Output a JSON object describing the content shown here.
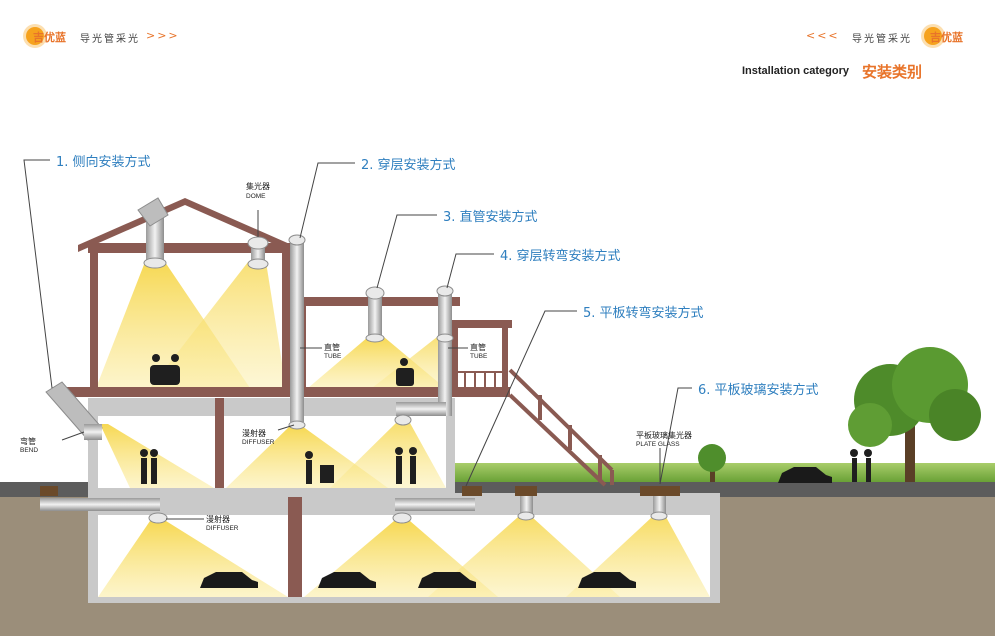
{
  "header": {
    "brand_left": "吉优蓝",
    "slogan_left": "导光管采光",
    "arrows_left": ">>>",
    "arrows_right": "<<<",
    "slogan_right": "导光管采光",
    "brand_right": "吉优蓝",
    "category_en": "Installation category",
    "category_zh": "安装类别",
    "brand_color": "#e8742a"
  },
  "methods": [
    {
      "label": "1. 侧向安装方式"
    },
    {
      "label": "2. 穿层安装方式"
    },
    {
      "label": "3. 直管安装方式"
    },
    {
      "label": "4. 穿层转弯安装方式"
    },
    {
      "label": "5. 平板转弯安装方式"
    },
    {
      "label": "6. 平板玻璃安装方式"
    }
  ],
  "components": {
    "dome": {
      "zh": "集光器",
      "en": "DOME"
    },
    "tube1": {
      "zh": "直管",
      "en": "TUBE"
    },
    "tube2": {
      "zh": "直管",
      "en": "TUBE"
    },
    "bend": {
      "zh": "弯管",
      "en": "BEND"
    },
    "diffuser1": {
      "zh": "漫射器",
      "en": "DIFFUSER"
    },
    "diffuser2": {
      "zh": "漫射器",
      "en": "DIFFUSER"
    },
    "plate_glass": {
      "zh": "平板玻璃集光器",
      "en": "PLATE GLASS"
    }
  },
  "colors": {
    "label_blue": "#2f7fbf",
    "frame_brown": "#8a5a52",
    "wall_grey": "#c9c9c9",
    "soil": "#9b8e7a",
    "light_yellow": "#f2cf3c",
    "grass": "#7fae3e"
  }
}
